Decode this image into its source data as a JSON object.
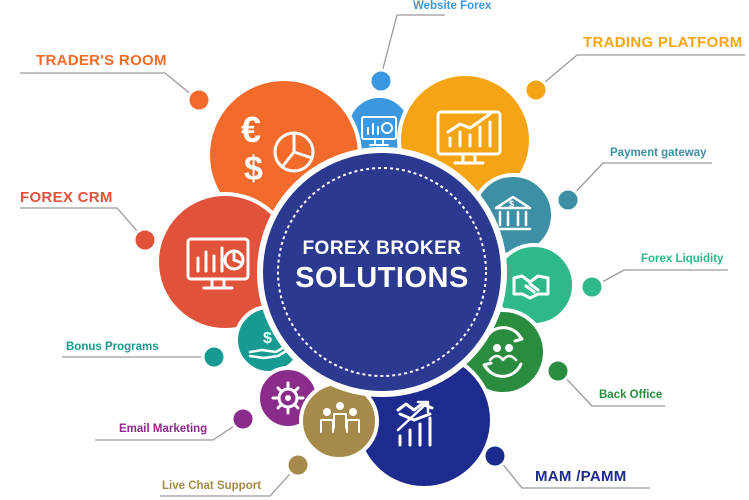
{
  "center": {
    "line1": "FOREX BROKER",
    "line2": "SOLUTIONS",
    "color": "#2b3990"
  },
  "labels": {
    "traders_room": "TRADER'S ROOM",
    "website_forex": "Website Forex",
    "trading_platform": "TRADING PLATFORM",
    "payment_gateway": "Payment gateway",
    "forex_crm": "FOREX CRM",
    "forex_liquidity": "Forex Liquidity",
    "bonus_programs": "Bonus Programs",
    "back_office": "Back Office",
    "email_marketing": "Email Marketing",
    "live_chat_support": "Live Chat Support",
    "mam_pamm": "MAM /PAMM"
  },
  "colors": {
    "traders_room": "#f26b2a",
    "website_forex": "#3a97e0",
    "trading_platform": "#f5a416",
    "payment_gateway": "#3c8fa5",
    "forex_crm": "#e0523a",
    "forex_liquidity": "#2fb88a",
    "bonus_programs": "#179a92",
    "back_office": "#2a8c3e",
    "email_marketing": "#8b2c8c",
    "live_chat_support": "#a58a4b",
    "mam_pamm": "#1d2a8e"
  },
  "icons": {
    "traders_room": "euro-dollar-pie-icon",
    "website_forex": "monitor-chart-dollar-icon",
    "trading_platform": "monitor-bar-chart-icon",
    "payment_gateway": "bank-icon",
    "forex_crm": "monitor-analytics-icon",
    "forex_liquidity": "handshake-icon",
    "bonus_programs": "hand-dollar-icon",
    "back_office": "team-cycle-icon",
    "email_marketing": "gear-icon",
    "live_chat_support": "support-team-icon",
    "mam_pamm": "handshake-growth-icon"
  }
}
